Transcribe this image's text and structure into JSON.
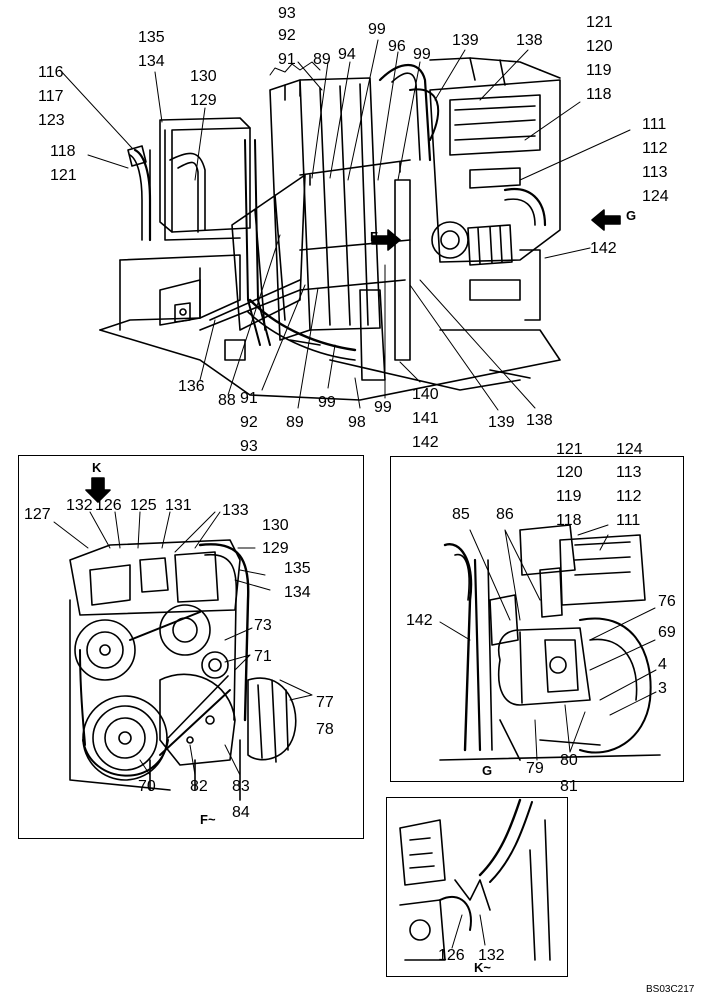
{
  "drawing_ref": "BS03C217",
  "view_tags": {
    "main_f": "F",
    "main_g": "G",
    "detail_k": "K",
    "detail_g": "G",
    "detail_f_ref": "F~",
    "detail_k_ref": "K~"
  },
  "main_callouts": {
    "c93": "93",
    "c92": "92",
    "c91": "91",
    "c89": "89",
    "c94": "94",
    "c99a": "99",
    "c96": "96",
    "c99b": "99",
    "c139": "139",
    "c138": "138",
    "c121": "121",
    "c120": "120",
    "c119": "119",
    "c118": "118",
    "c135": "135",
    "c134": "134",
    "c130": "130",
    "c129": "129",
    "c116": "116",
    "c117": "117",
    "c123": "123",
    "c118b": "118",
    "c121b": "121",
    "c111": "111",
    "c112": "112",
    "c113": "113",
    "c124": "124",
    "c142": "142",
    "c136": "136",
    "c88": "88",
    "c91b": "91",
    "c92b": "92",
    "c93b": "93",
    "c89b": "89",
    "c99c": "99",
    "c98": "98",
    "c99d": "99",
    "c140": "140",
    "c141": "141",
    "c142b": "142",
    "c139b": "139",
    "c138b": "138"
  },
  "left_callouts": {
    "c127": "127",
    "c132": "132",
    "c126": "126",
    "c125": "125",
    "c131": "131",
    "c133": "133",
    "c130": "130",
    "c129": "129",
    "c135": "135",
    "c134": "134",
    "c73": "73",
    "c71": "71",
    "c77": "77",
    "c78": "78",
    "c70": "70",
    "c82": "82",
    "c83": "83",
    "c84": "84"
  },
  "right_callouts": {
    "c121": "121",
    "c124": "124",
    "c120": "120",
    "c113": "113",
    "c119": "119",
    "c112": "112",
    "c118": "118",
    "c111": "111",
    "c85": "85",
    "c86": "86",
    "c76": "76",
    "c142": "142",
    "c69": "69",
    "c4": "4",
    "c3": "3",
    "c79": "79",
    "c80": "80",
    "c81": "81"
  },
  "small_callouts": {
    "c126": "126",
    "c132": "132"
  }
}
